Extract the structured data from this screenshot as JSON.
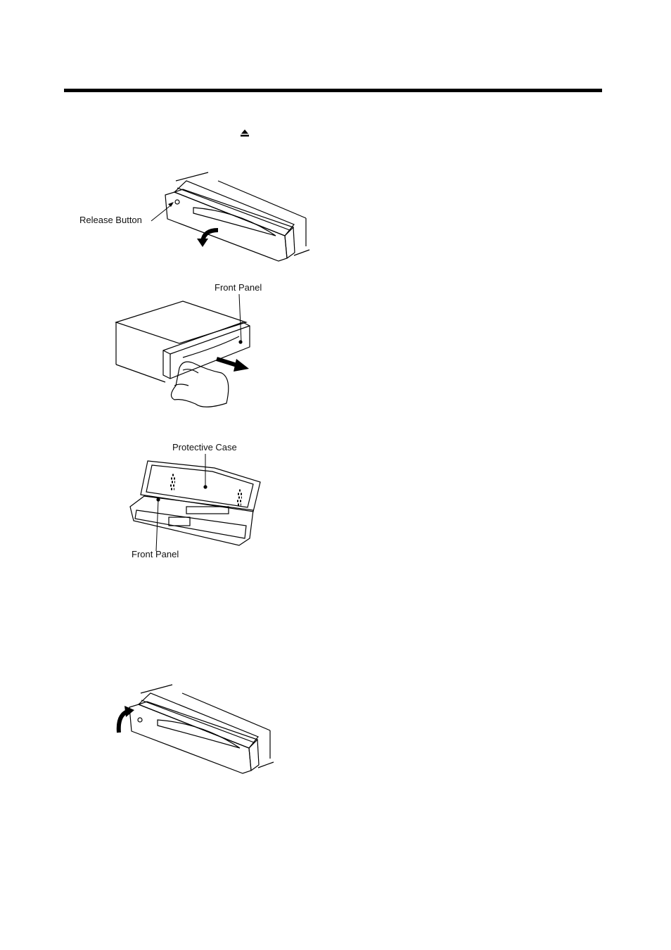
{
  "figures": {
    "release": {
      "release_button_label": "Release Button"
    },
    "remove": {
      "front_panel_label": "Front Panel"
    },
    "case": {
      "protective_case_label": "Protective Case",
      "front_panel_label": "Front Panel"
    },
    "reattach": {}
  },
  "icons": {
    "eject": "eject-icon",
    "arrow_down": "curved-arrow-down-icon",
    "arrow_right": "arrow-right-icon",
    "arrow_up": "curved-arrow-up-icon"
  }
}
